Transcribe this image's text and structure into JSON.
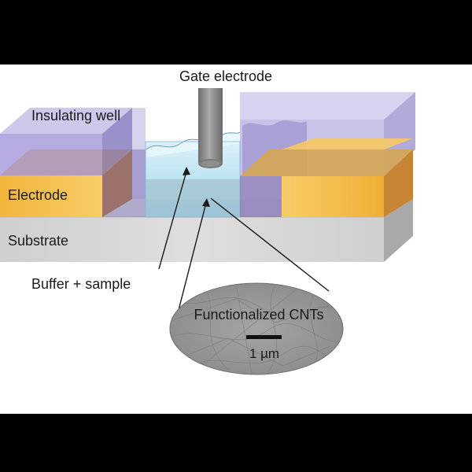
{
  "labels": {
    "gate_electrode": "Gate electrode",
    "insulating_well": "Insulating well",
    "electrode": "Electrode",
    "substrate": "Substrate",
    "buffer_sample": "Buffer + sample",
    "functionalized_cnts": "Functionalized CNTs",
    "scale_bar": "1 µm"
  },
  "colors": {
    "frame": "#000000",
    "panel": "#ffffff",
    "substrate_top": "#e6e6e6",
    "substrate_front": "#d0d0d0",
    "substrate_side": "#a8a8a8",
    "electrode_front": "#f2b63a",
    "electrode_top": "#f7c55a",
    "electrode_side": "#c9852a",
    "well": "#9c8fd6",
    "buffer": "#a9dcf0",
    "gate_rod": "#8a8a8a",
    "inset": "#9a9a9a",
    "line": "#1a1a1a"
  },
  "icons": {
    "gate": "gate-rod-icon",
    "inset": "micrograph-inset"
  }
}
